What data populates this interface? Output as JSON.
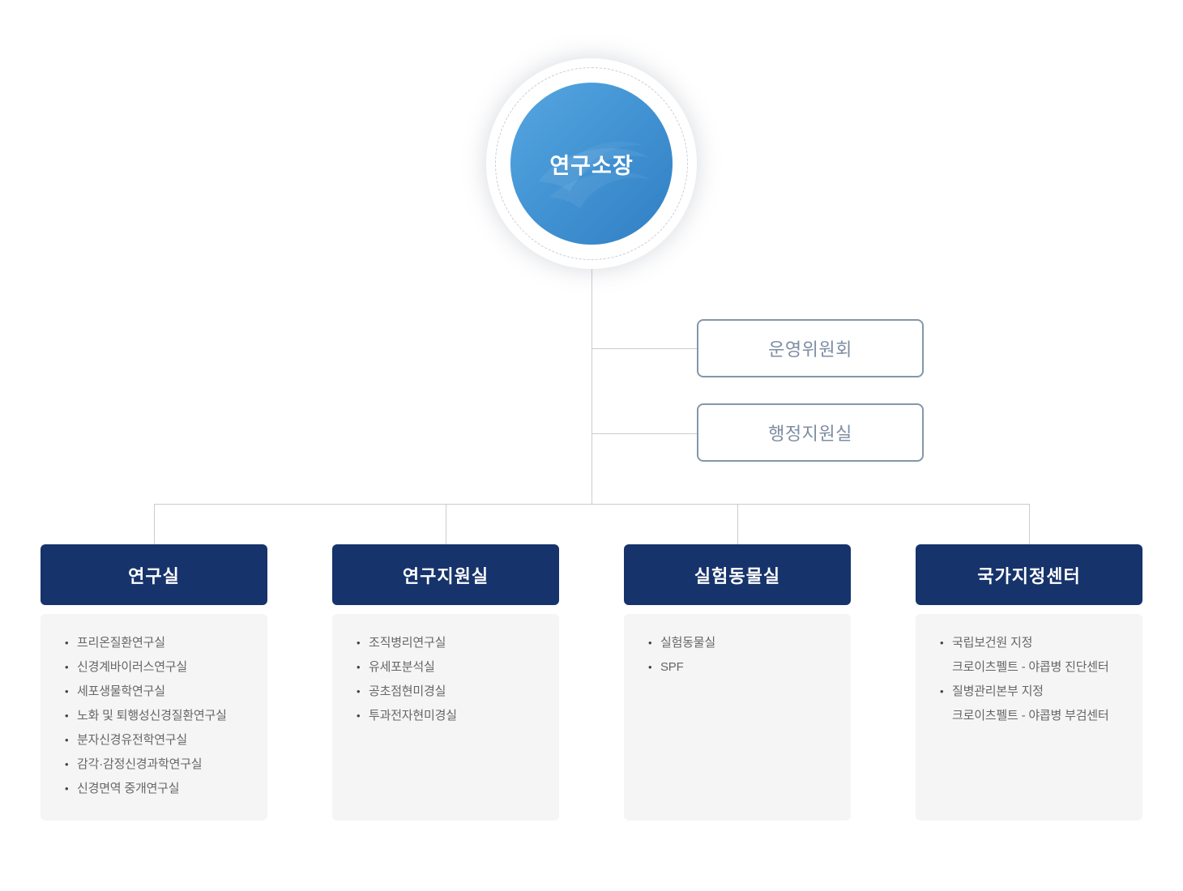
{
  "page": {
    "background": "#ffffff"
  },
  "colors": {
    "header_navy": "#16336b",
    "circle_gradient_start": "#55a6e1",
    "circle_gradient_end": "#2f7fc4",
    "box_border": "#8496aa",
    "box_text": "#7d8da2",
    "connector": "#cccccc",
    "panel_bg": "#f5f5f5",
    "list_text": "#666666"
  },
  "root": {
    "label": "연구소장"
  },
  "staff_boxes": [
    {
      "label": "운영위원회"
    },
    {
      "label": "행정지원실"
    }
  ],
  "departments": [
    {
      "title": "연구실",
      "items": [
        {
          "lines": [
            "프리온질환연구실"
          ]
        },
        {
          "lines": [
            "신경계바이러스연구실"
          ]
        },
        {
          "lines": [
            "세포생물학연구실"
          ]
        },
        {
          "lines": [
            "노화 및 퇴행성신경질환연구실"
          ]
        },
        {
          "lines": [
            "분자신경유전학연구실"
          ]
        },
        {
          "lines": [
            "감각·감정신경과학연구실"
          ]
        },
        {
          "lines": [
            "신경면역 중개연구실"
          ]
        }
      ]
    },
    {
      "title": "연구지원실",
      "items": [
        {
          "lines": [
            "조직병리연구실"
          ]
        },
        {
          "lines": [
            "유세포분석실"
          ]
        },
        {
          "lines": [
            "공초점현미경실"
          ]
        },
        {
          "lines": [
            "투과전자현미경실"
          ]
        }
      ]
    },
    {
      "title": "실험동물실",
      "items": [
        {
          "lines": [
            "실험동물실"
          ]
        },
        {
          "lines": [
            "SPF"
          ]
        }
      ]
    },
    {
      "title": "국가지정센터",
      "items": [
        {
          "lines": [
            "국립보건원 지정",
            "크로이츠펠트 - 야콥병 진단센터"
          ]
        },
        {
          "lines": [
            "질병관리본부 지정",
            "크로이츠펠트 - 야콥병 부검센터"
          ]
        }
      ]
    }
  ]
}
